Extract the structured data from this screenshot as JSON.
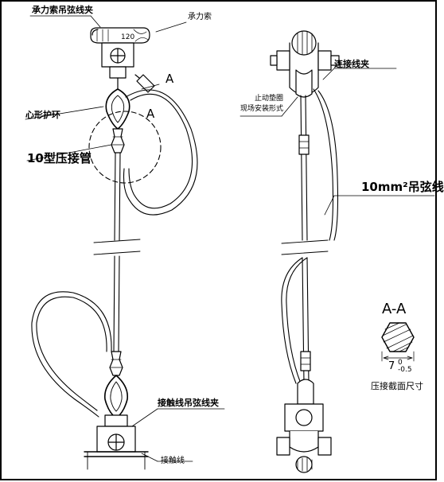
{
  "labels": {
    "carrier_clamp": "承力索吊弦线夹",
    "carrier_cable": "承力索",
    "heart_thimble": "心形护环",
    "crimp_sleeve": "10型压接管",
    "section_mark_a": "A",
    "section_mark_a2": "A",
    "contact_clamp": "接触线吊弦线夹",
    "contact_wire": "接触线",
    "connector_clamp": "连接线夹",
    "stop_washer_line1": "止动垫圈",
    "stop_washer_line2": "现场安装形式",
    "dropper_wire": "10mm²吊弦线",
    "section_title": "A-A",
    "section_dim": "7",
    "section_tol_upper": "0",
    "section_tol_lower": "-0.5",
    "section_caption": "压接截面尺寸",
    "clamp_number": "120"
  }
}
